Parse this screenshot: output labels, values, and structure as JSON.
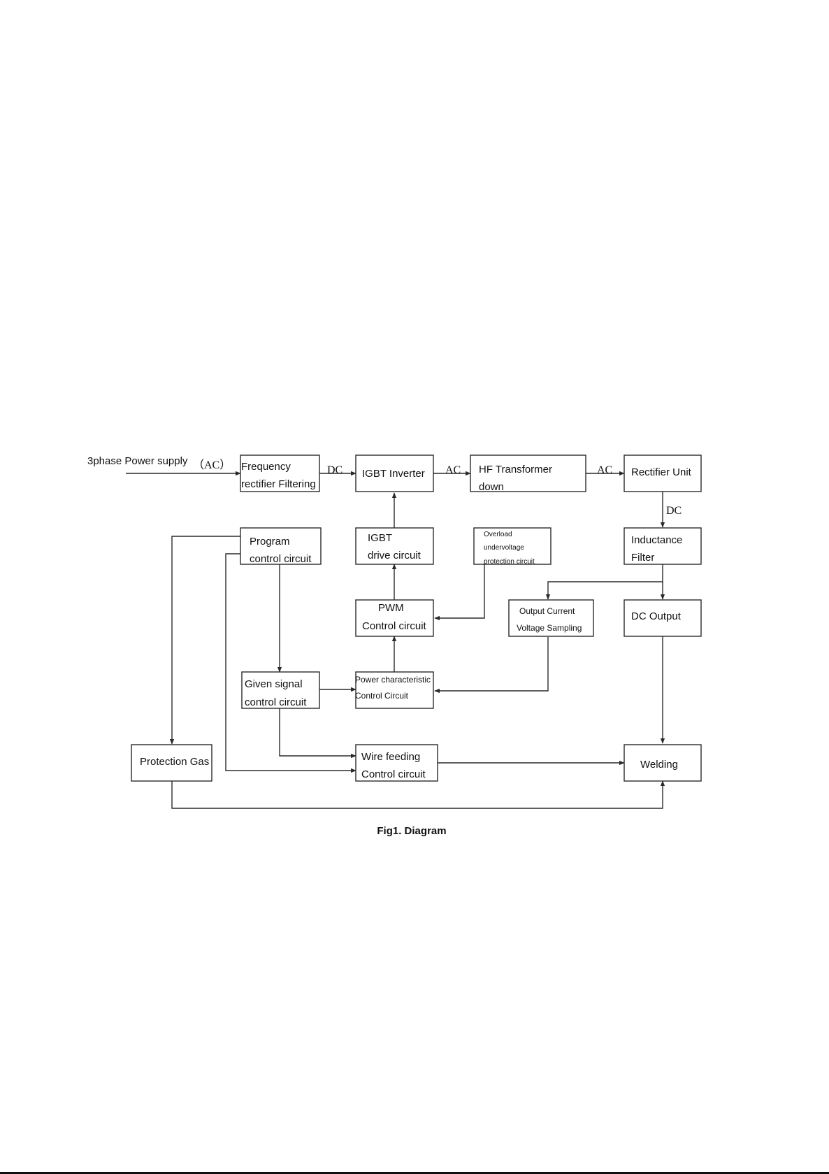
{
  "diagram": {
    "input_label": "3phase Power supply",
    "input_ac": "（AC）",
    "edge_labels": {
      "dc_1": "DC",
      "ac_1": "AC",
      "ac_2": "AC",
      "dc_2": "DC"
    },
    "blocks": {
      "frequency_rectifier": [
        "Frequency",
        "rectifier Filtering"
      ],
      "igbt_inverter": [
        "IGBT Inverter"
      ],
      "hf_transformer": [
        "HF Transformer",
        "down"
      ],
      "rectifier_unit": [
        "Rectifier Unit"
      ],
      "program_control": [
        "Program",
        "control circuit"
      ],
      "igbt_drive": [
        "IGBT",
        "drive circuit"
      ],
      "overload_protection": [
        "Overload",
        "undervoltage",
        "protection circuit"
      ],
      "inductance_filter": [
        "Inductance",
        "Filter"
      ],
      "pwm_control": [
        "PWM",
        "Control circuit"
      ],
      "output_sampling": [
        "Output Current",
        "Voltage Sampling"
      ],
      "dc_output": [
        "DC Output"
      ],
      "given_signal": [
        "Given signal",
        "control circuit"
      ],
      "power_characteristic": [
        "Power characteristic",
        "Control Circuit"
      ],
      "protection_gas": [
        "Protection Gas"
      ],
      "wire_feeding": [
        "Wire feeding",
        "Control circuit"
      ],
      "welding": [
        "Welding"
      ]
    },
    "caption": "Fig1. Diagram"
  }
}
